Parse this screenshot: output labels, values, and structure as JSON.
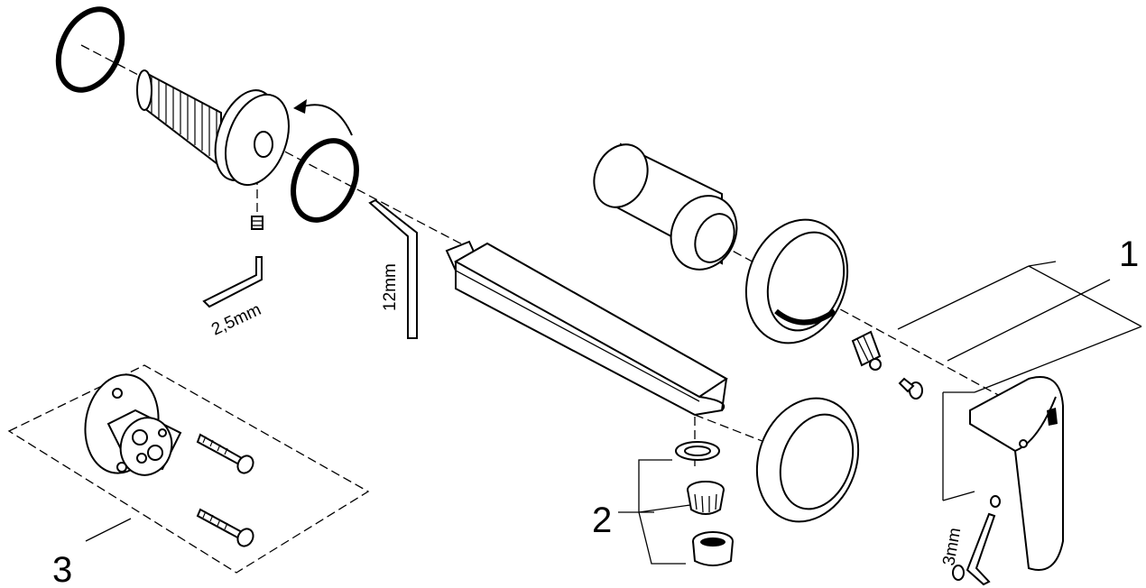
{
  "diagram": {
    "callouts": [
      {
        "id": "1",
        "text": "1"
      },
      {
        "id": "2",
        "text": "2"
      },
      {
        "id": "3",
        "text": "3"
      }
    ],
    "dimensions": {
      "hex_key_small": "2,5mm",
      "hex_key_large": "12mm",
      "hex_key_lever": "3mm"
    }
  }
}
